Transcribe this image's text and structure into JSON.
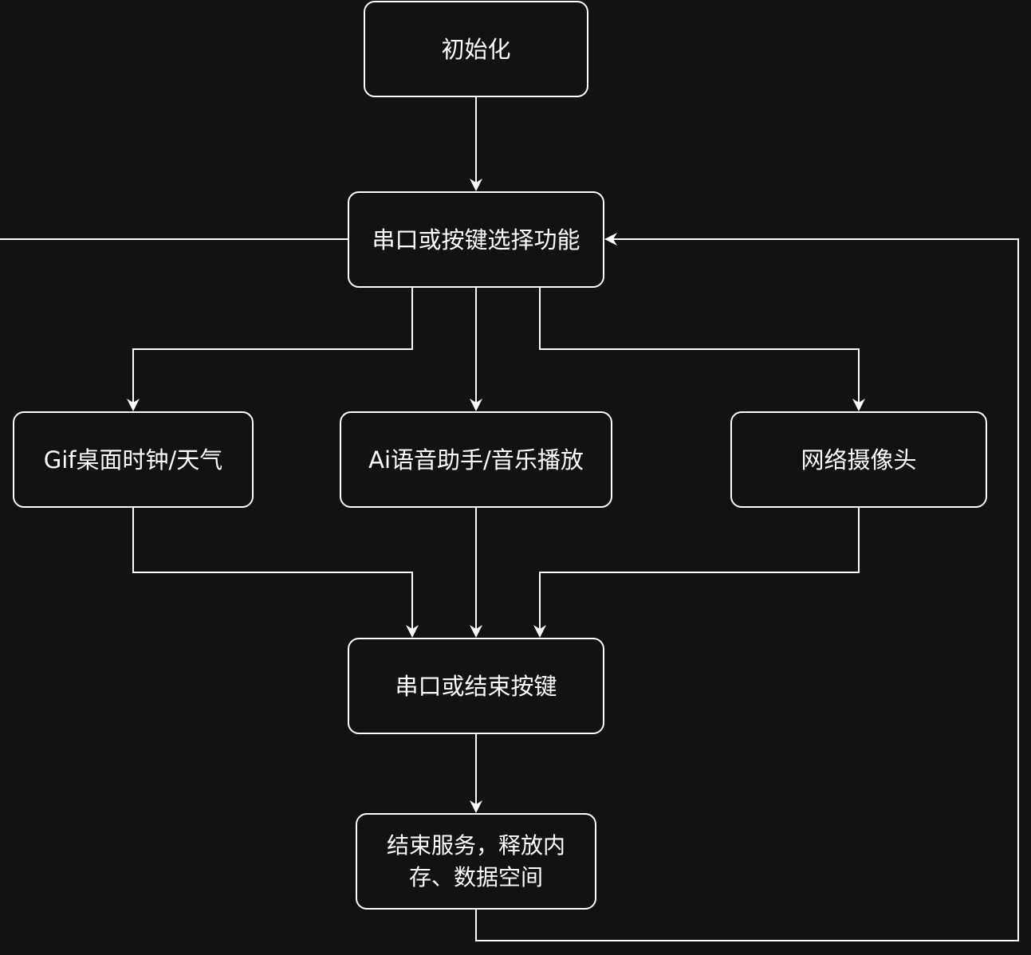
{
  "colors": {
    "background": "#121212",
    "stroke": "#ffffff",
    "text": "#ffffff"
  },
  "nodes": {
    "init": "初始化",
    "select": "串口或按键选择功能",
    "gif": "Gif桌面时钟/天气",
    "ai": "Ai语音助手/音乐播放",
    "camera": "网络摄像头",
    "end_key": "串口或结束按键",
    "release": "结束服务，释放内\n存、数据空间"
  },
  "edges": [
    {
      "from": "init",
      "to": "select"
    },
    {
      "from": "select",
      "to": "gif"
    },
    {
      "from": "select",
      "to": "ai"
    },
    {
      "from": "select",
      "to": "camera"
    },
    {
      "from": "gif",
      "to": "end_key"
    },
    {
      "from": "ai",
      "to": "end_key"
    },
    {
      "from": "camera",
      "to": "end_key"
    },
    {
      "from": "end_key",
      "to": "release"
    },
    {
      "from": "release",
      "to": "select"
    }
  ]
}
